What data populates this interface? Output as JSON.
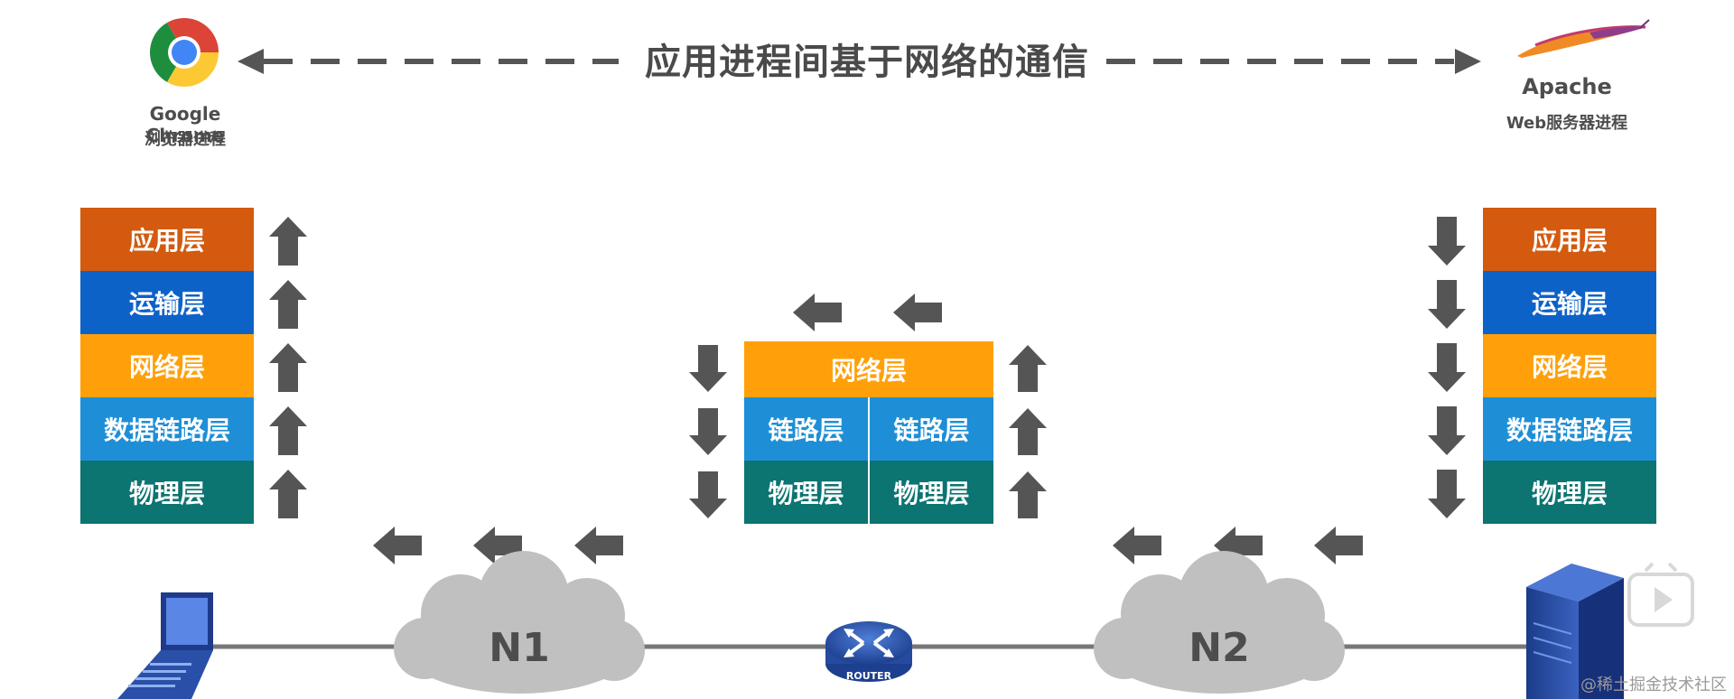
{
  "title": "应用进程间基于网络的通信",
  "left_app": {
    "name": "Google Chrome",
    "subtitle": "浏览器进程"
  },
  "right_app": {
    "name": "Apache",
    "subtitle": "Web服务器进程"
  },
  "left_stack": [
    "应用层",
    "运输层",
    "网络层",
    "数据链路层",
    "物理层"
  ],
  "right_stack": [
    "应用层",
    "运输层",
    "网络层",
    "数据链路层",
    "物理层"
  ],
  "router_stack": {
    "network": "网络层",
    "link_left": "链路层",
    "link_right": "链路层",
    "phys_left": "物理层",
    "phys_right": "物理层"
  },
  "networks": {
    "n1": "N1",
    "n2": "N2"
  },
  "router_label": "ROUTER",
  "watermark": "@稀土掘金技术社区",
  "colors": {
    "application": "#d35a0e",
    "transport": "#0d62c8",
    "network": "#ffa00a",
    "datalink": "#1e8fd6",
    "physical": "#0c7471",
    "arrow": "#555555",
    "cloud": "#c0c0c0"
  }
}
